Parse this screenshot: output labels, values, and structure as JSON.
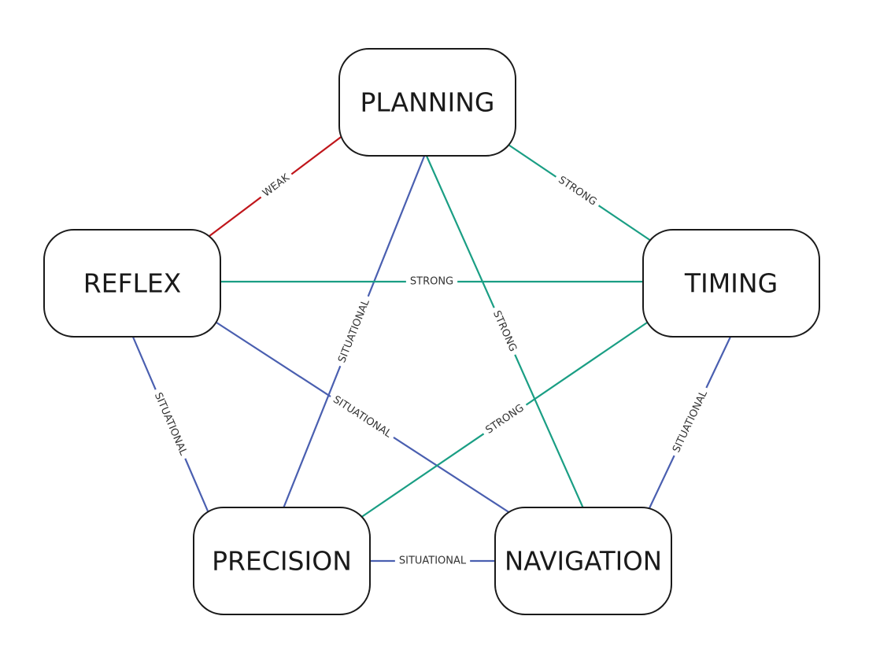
{
  "nodes": [
    {
      "id": "planning",
      "label": "PLANNING"
    },
    {
      "id": "reflex",
      "label": "REFLEX"
    },
    {
      "id": "timing",
      "label": "TIMING"
    },
    {
      "id": "precision",
      "label": "PRECISION"
    },
    {
      "id": "navigation",
      "label": "NAVIGATION"
    }
  ],
  "edges": [
    {
      "from": "planning",
      "to": "reflex",
      "label": "WEAK",
      "color": "#c0161b"
    },
    {
      "from": "planning",
      "to": "timing",
      "label": "STRONG",
      "color": "#1a9e84"
    },
    {
      "from": "planning",
      "to": "precision",
      "label": "SITUATIONAL",
      "color": "#4a5fb0"
    },
    {
      "from": "planning",
      "to": "navigation",
      "label": "STRONG",
      "color": "#1a9e84"
    },
    {
      "from": "reflex",
      "to": "timing",
      "label": "STRONG",
      "color": "#1a9e84"
    },
    {
      "from": "reflex",
      "to": "precision",
      "label": "SITUATIONAL",
      "color": "#4a5fb0"
    },
    {
      "from": "reflex",
      "to": "navigation",
      "label": "SITUATIONAL",
      "color": "#4a5fb0"
    },
    {
      "from": "timing",
      "to": "precision",
      "label": "STRONG",
      "color": "#1a9e84"
    },
    {
      "from": "timing",
      "to": "navigation",
      "label": "SITUATIONAL",
      "color": "#4a5fb0"
    },
    {
      "from": "precision",
      "to": "navigation",
      "label": "SITUATIONAL",
      "color": "#4a5fb0"
    }
  ]
}
